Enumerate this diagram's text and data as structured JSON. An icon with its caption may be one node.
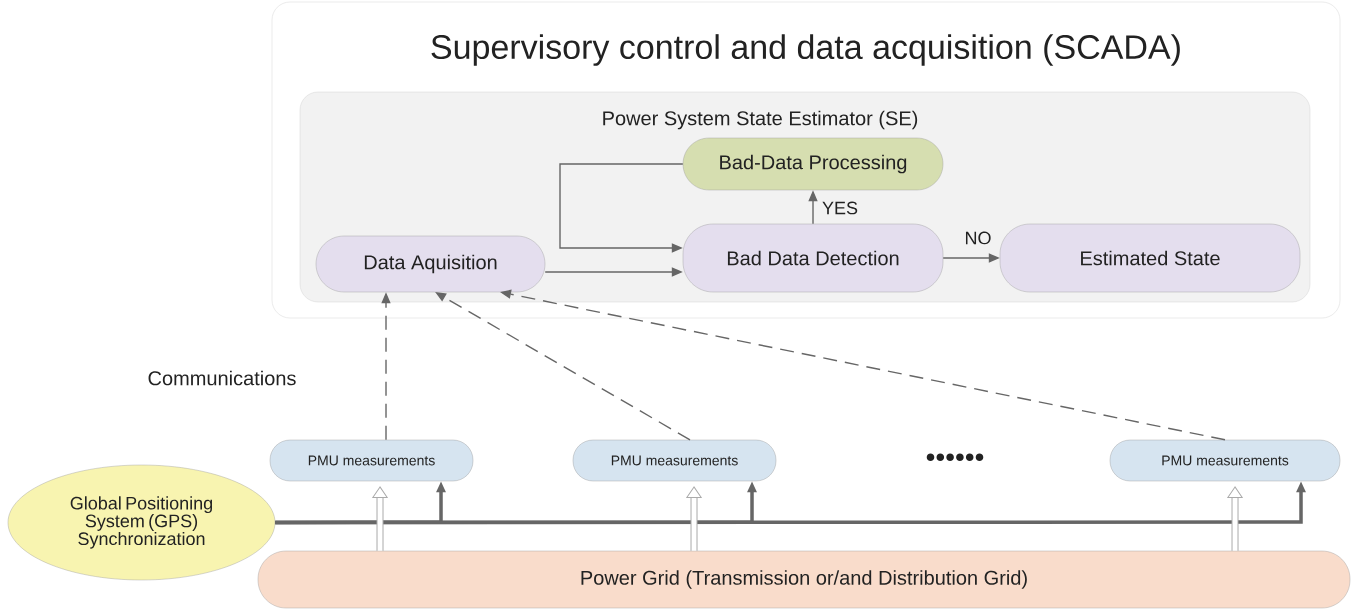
{
  "diagram": {
    "nodes": [
      {
        "text": [
          "Supervisory control and data acquisition (SCADA)"
        ]
      },
      {
        "text": [
          "Power System State Estimator (SE)"
        ],
        "in": 0
      },
      {
        "text": [
          "Bad-Data Processing"
        ],
        "in": 1
      },
      {
        "text": [
          "Data Aquisition"
        ],
        "in": 1
      },
      {
        "text": [
          "Bad Data Detection"
        ],
        "in": 1
      },
      {
        "text": [
          "Estimated State"
        ],
        "in": 1
      },
      {
        "text": [
          "PMU measurements"
        ]
      },
      {
        "text": [
          "PMU measurements"
        ]
      },
      {
        "text": [
          "PMU measurements"
        ]
      },
      {
        "text": [
          "Global Positioning System (GPS) Synchronization"
        ]
      },
      {
        "text": [
          "Power Grid (Transmission or/and Distribution Grid)"
        ]
      }
    ],
    "edges": [
      {
        "from": 3,
        "to": 4,
        "arrow": "to"
      },
      {
        "from": 4,
        "to": 2,
        "arrow": "to",
        "label": "YES"
      },
      {
        "from": 2,
        "to": 4,
        "arrow": "to"
      },
      {
        "from": 4,
        "to": 5,
        "arrow": "to",
        "label": "NO"
      },
      {
        "from": 6,
        "to": 3,
        "arrow": "to",
        "style": "dashed"
      },
      {
        "from": 7,
        "to": 3,
        "arrow": "to",
        "style": "dashed"
      },
      {
        "from": 8,
        "to": 3,
        "arrow": "to",
        "style": "dashed"
      },
      {
        "from": 9,
        "to": 6,
        "arrow": "to",
        "style": "thick"
      },
      {
        "from": 9,
        "to": 7,
        "arrow": "to",
        "style": "thick"
      },
      {
        "from": 9,
        "to": 8,
        "arrow": "to",
        "style": "thick"
      },
      {
        "from": 10,
        "to": 6,
        "arrow": "to",
        "style": "thick"
      },
      {
        "from": 10,
        "to": 7,
        "arrow": "to",
        "style": "thick"
      },
      {
        "from": 10,
        "to": 8,
        "arrow": "to",
        "style": "thick"
      }
    ],
    "labels": [
      "Communications",
      "••••••"
    ]
  }
}
